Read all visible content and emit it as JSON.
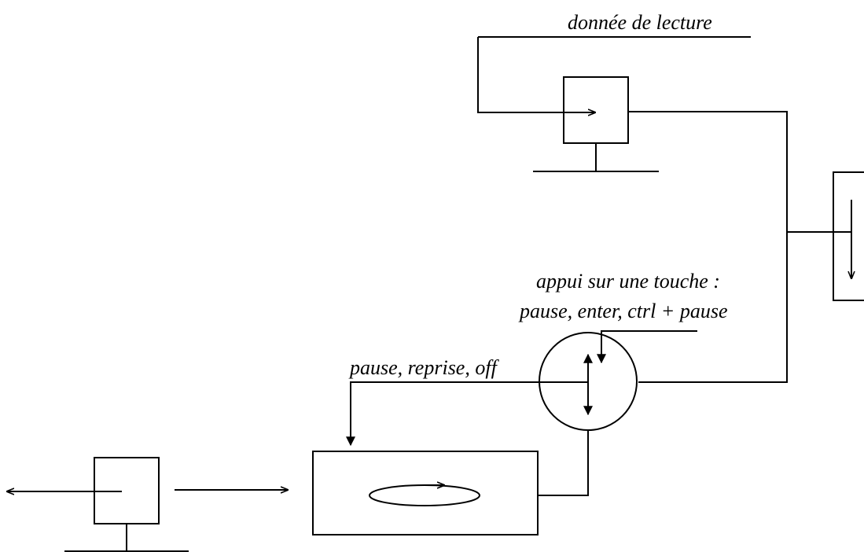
{
  "labels": {
    "read_data": "donnée de lecture",
    "key_press_line1": "appui sur une touche :",
    "key_press_line2": "pause, enter, ctrl + pause",
    "control_signals": "pause, reprise,  off"
  },
  "colors": {
    "stroke": "#000000",
    "background": "#ffffff"
  }
}
